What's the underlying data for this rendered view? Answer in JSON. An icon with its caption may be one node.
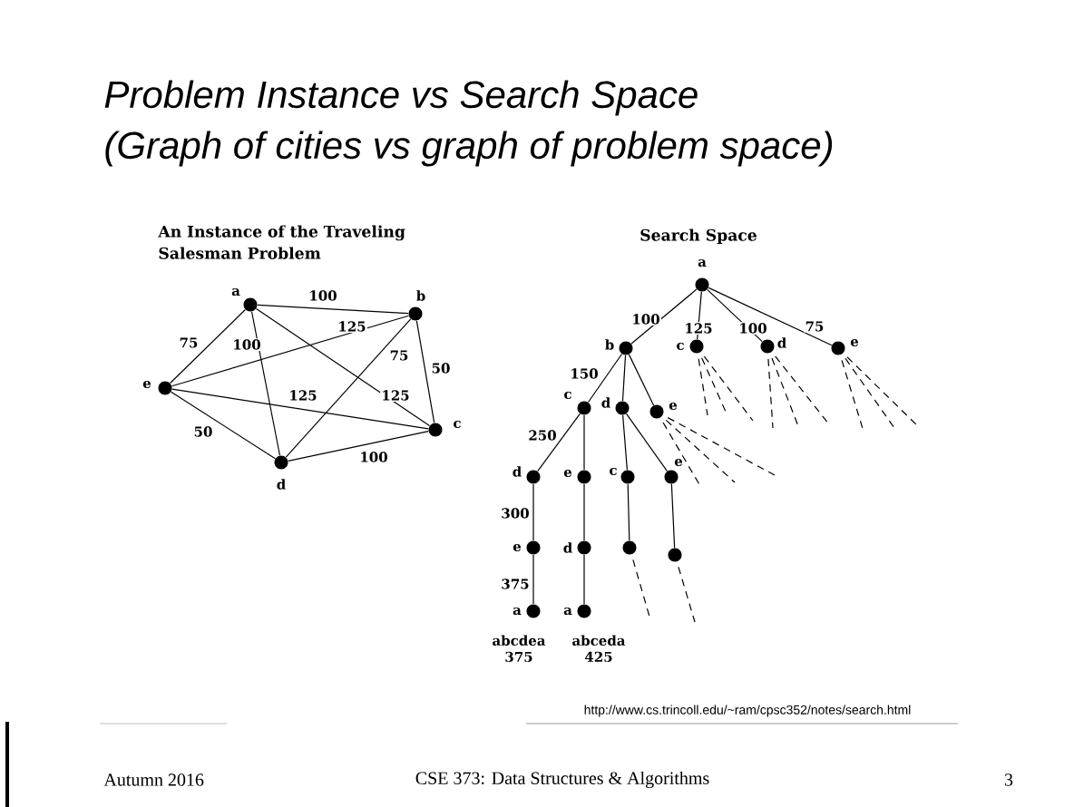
{
  "diagram": {
    "title": "Problem Instance vs Search Space",
    "nodes": [
      {
        "text": [],
        "shape": "circle",
        "beside": [
          "a"
        ]
      },
      {
        "text": [],
        "shape": "circle",
        "beside": [
          "b"
        ]
      },
      {
        "text": [],
        "shape": "circle",
        "beside": [
          "c"
        ]
      },
      {
        "text": [],
        "shape": "circle",
        "beside": [
          "d"
        ]
      },
      {
        "text": [],
        "shape": "circle",
        "beside": [
          "e"
        ]
      },
      {
        "text": [],
        "shape": "circle",
        "beside": [
          "a"
        ]
      },
      {
        "text": [],
        "shape": "circle",
        "beside": [
          "b"
        ]
      },
      {
        "text": [],
        "shape": "circle",
        "beside": [
          "c"
        ]
      },
      {
        "text": [],
        "shape": "circle",
        "beside": [
          "d"
        ]
      },
      {
        "text": [],
        "shape": "circle",
        "beside": [
          "e"
        ]
      },
      {
        "text": [],
        "shape": "circle",
        "beside": [
          "c"
        ]
      },
      {
        "text": [],
        "shape": "circle",
        "beside": [
          "d"
        ]
      },
      {
        "text": [],
        "shape": "circle",
        "beside": [
          "e"
        ]
      },
      {
        "text": [],
        "shape": "circle",
        "beside": [
          "d"
        ]
      },
      {
        "text": [],
        "shape": "circle",
        "beside": [
          "e"
        ]
      },
      {
        "text": [],
        "shape": "circle",
        "beside": [
          "c"
        ]
      },
      {
        "text": [],
        "shape": "circle",
        "beside": [
          "e"
        ]
      },
      {
        "text": [],
        "shape": "circle",
        "beside": [
          "e"
        ]
      },
      {
        "text": [],
        "shape": "circle",
        "beside": [
          "d"
        ]
      },
      {
        "text": [],
        "shape": "circle"
      },
      {
        "text": [],
        "shape": "circle"
      },
      {
        "text": [],
        "shape": "circle",
        "beside": [
          "a",
          "abcdea 375"
        ]
      },
      {
        "text": [],
        "shape": "circle",
        "beside": [
          "a",
          "abceda 425"
        ]
      }
    ],
    "edges": [
      {
        "from": 0,
        "to": 1,
        "arrow": "none",
        "label": "100"
      },
      {
        "from": 0,
        "to": 4,
        "arrow": "none",
        "label": "75"
      },
      {
        "from": 0,
        "to": 3,
        "arrow": "none",
        "label": "100"
      },
      {
        "from": 0,
        "to": 2,
        "arrow": "none",
        "label": "125"
      },
      {
        "from": 4,
        "to": 1,
        "arrow": "none",
        "label": "125"
      },
      {
        "from": 1,
        "to": 2,
        "arrow": "none",
        "label": "50"
      },
      {
        "from": 3,
        "to": 1,
        "arrow": "none",
        "label": "75"
      },
      {
        "from": 4,
        "to": 2,
        "arrow": "none",
        "label": "125"
      },
      {
        "from": 4,
        "to": 3,
        "arrow": "none",
        "label": "50"
      },
      {
        "from": 3,
        "to": 2,
        "arrow": "none",
        "label": "100"
      },
      {
        "from": 5,
        "to": 6,
        "arrow": "none",
        "label": "100"
      },
      {
        "from": 5,
        "to": 7,
        "arrow": "none",
        "label": "125"
      },
      {
        "from": 5,
        "to": 8,
        "arrow": "none",
        "label": "100"
      },
      {
        "from": 5,
        "to": 9,
        "arrow": "none",
        "label": "75"
      },
      {
        "from": 6,
        "to": 10,
        "arrow": "none",
        "label": "150"
      },
      {
        "from": 6,
        "to": 11,
        "arrow": "none"
      },
      {
        "from": 6,
        "to": 12,
        "arrow": "none"
      },
      {
        "from": 10,
        "to": 13,
        "arrow": "none",
        "label": "250"
      },
      {
        "from": 10,
        "to": 14,
        "arrow": "none"
      },
      {
        "from": 11,
        "to": 15,
        "arrow": "none"
      },
      {
        "from": 11,
        "to": 16,
        "arrow": "none"
      },
      {
        "from": 13,
        "to": 17,
        "arrow": "none",
        "label": "300"
      },
      {
        "from": 14,
        "to": 18,
        "arrow": "none"
      },
      {
        "from": 17,
        "to": 21,
        "arrow": "none",
        "label": "375"
      },
      {
        "from": 18,
        "to": 22,
        "arrow": "none"
      },
      {
        "from": 15,
        "to": 19,
        "arrow": "none"
      },
      {
        "from": 16,
        "to": 20,
        "arrow": "none"
      },
      {
        "from": 7,
        "to": null,
        "arrow": "none",
        "style": "dashed"
      },
      {
        "from": 7,
        "to": null,
        "arrow": "none",
        "style": "dashed"
      },
      {
        "from": 7,
        "to": null,
        "arrow": "none",
        "style": "dashed"
      },
      {
        "from": 8,
        "to": null,
        "arrow": "none",
        "style": "dashed"
      },
      {
        "from": 8,
        "to": null,
        "arrow": "none",
        "style": "dashed"
      },
      {
        "from": 8,
        "to": null,
        "arrow": "none",
        "style": "dashed"
      },
      {
        "from": 9,
        "to": null,
        "arrow": "none",
        "style": "dashed"
      },
      {
        "from": 9,
        "to": null,
        "arrow": "none",
        "style": "dashed"
      },
      {
        "from": 9,
        "to": null,
        "arrow": "none",
        "style": "dashed"
      },
      {
        "from": 12,
        "to": null,
        "arrow": "none",
        "style": "dashed"
      },
      {
        "from": 12,
        "to": null,
        "arrow": "none",
        "style": "dashed"
      },
      {
        "from": 12,
        "to": null,
        "arrow": "none",
        "style": "dashed"
      },
      {
        "from": 19,
        "to": null,
        "arrow": "none",
        "style": "dashed"
      },
      {
        "from": 20,
        "to": null,
        "arrow": "none",
        "style": "dashed"
      }
    ],
    "labels": [
      "(Graph of cities vs graph of problem space)",
      "An Instance of the Traveling Salesman Problem",
      "Search Space",
      "http://www.cs.trincoll.edu/~ram/cpsc352/notes/search.html",
      "Autumn 2016",
      "CSE 373: Data Structures & Algorithms",
      "3"
    ]
  }
}
